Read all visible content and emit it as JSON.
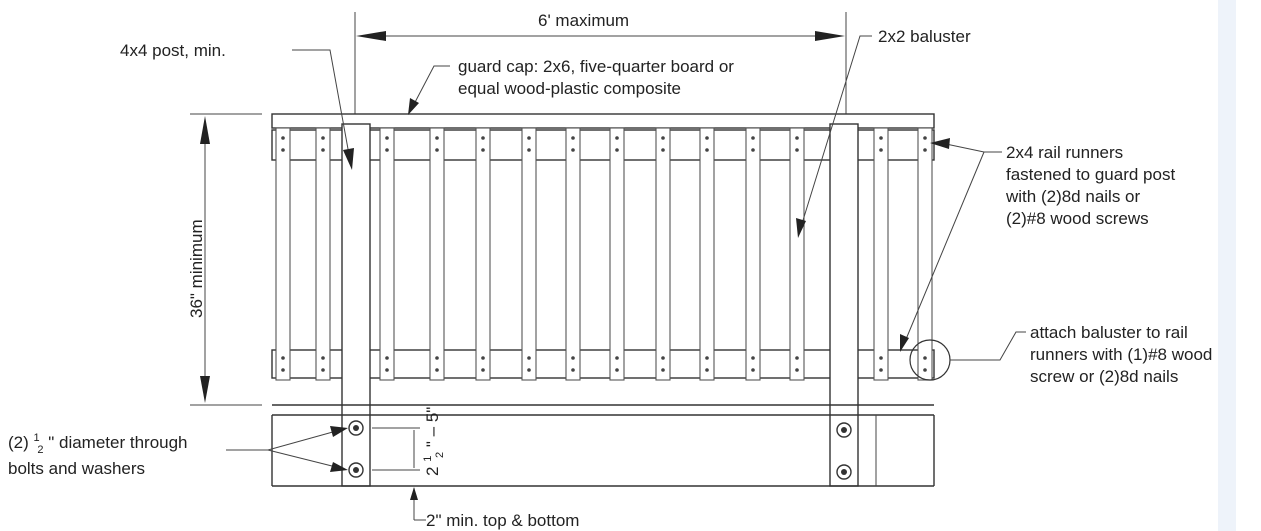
{
  "labels": {
    "span_max": "6' maximum",
    "post": "4x4 post, min.",
    "cap_line1": "guard cap: 2x6, five-quarter board or",
    "cap_line2": "equal wood-plastic composite",
    "baluster": "2x2 baluster",
    "rail_line1": "2x4 rail runners",
    "rail_line2": "fastened to guard post",
    "rail_line3": "with (2)8d nails or",
    "rail_line4": "(2)#8 wood screws",
    "height_min": "36\" minimum",
    "attach_line1": "attach baluster to rail",
    "attach_line2": "runners with (1)#8 wood",
    "attach_line3": "screw or (2)8d nails",
    "bolts_prefix": "(2)",
    "bolts_num": "1",
    "bolts_den": "2",
    "bolts_rest": "\" diameter through",
    "bolts_line2": "bolts and washers",
    "spacing_int": "2",
    "spacing_num": "1",
    "spacing_den": "2",
    "spacing_rest": "\" – 5\"",
    "edge_min": "2\" min. top & bottom"
  }
}
